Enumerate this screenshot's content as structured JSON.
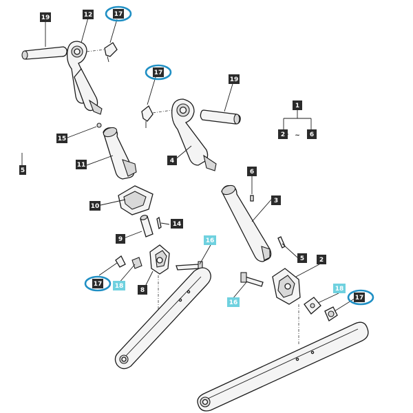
{
  "labels": {
    "p19a": "19",
    "p12": "12",
    "p17a": "17",
    "p17b": "17",
    "p19b": "19",
    "p1": "1",
    "p2_6a": "2",
    "tilde": "~",
    "p2_6b": "6",
    "p15": "15",
    "p11": "11",
    "p4": "4",
    "p6": "6",
    "p3": "3",
    "p10": "10",
    "p14": "14",
    "p9": "9",
    "p5": "5",
    "p16a": "16",
    "p2": "2",
    "p17c": "17",
    "p18a": "18",
    "p8": "8",
    "p18b": "18",
    "p17d": "17",
    "p16b": "16",
    "p_edge": "5"
  },
  "colors": {
    "dark_tag": "#2b2b2b",
    "cyan_tag": "#6fd1df",
    "highlight_ring": "#1f8fc4",
    "tag_text_dark": "#ffffff",
    "tag_text_cyan": "#ffffff"
  }
}
